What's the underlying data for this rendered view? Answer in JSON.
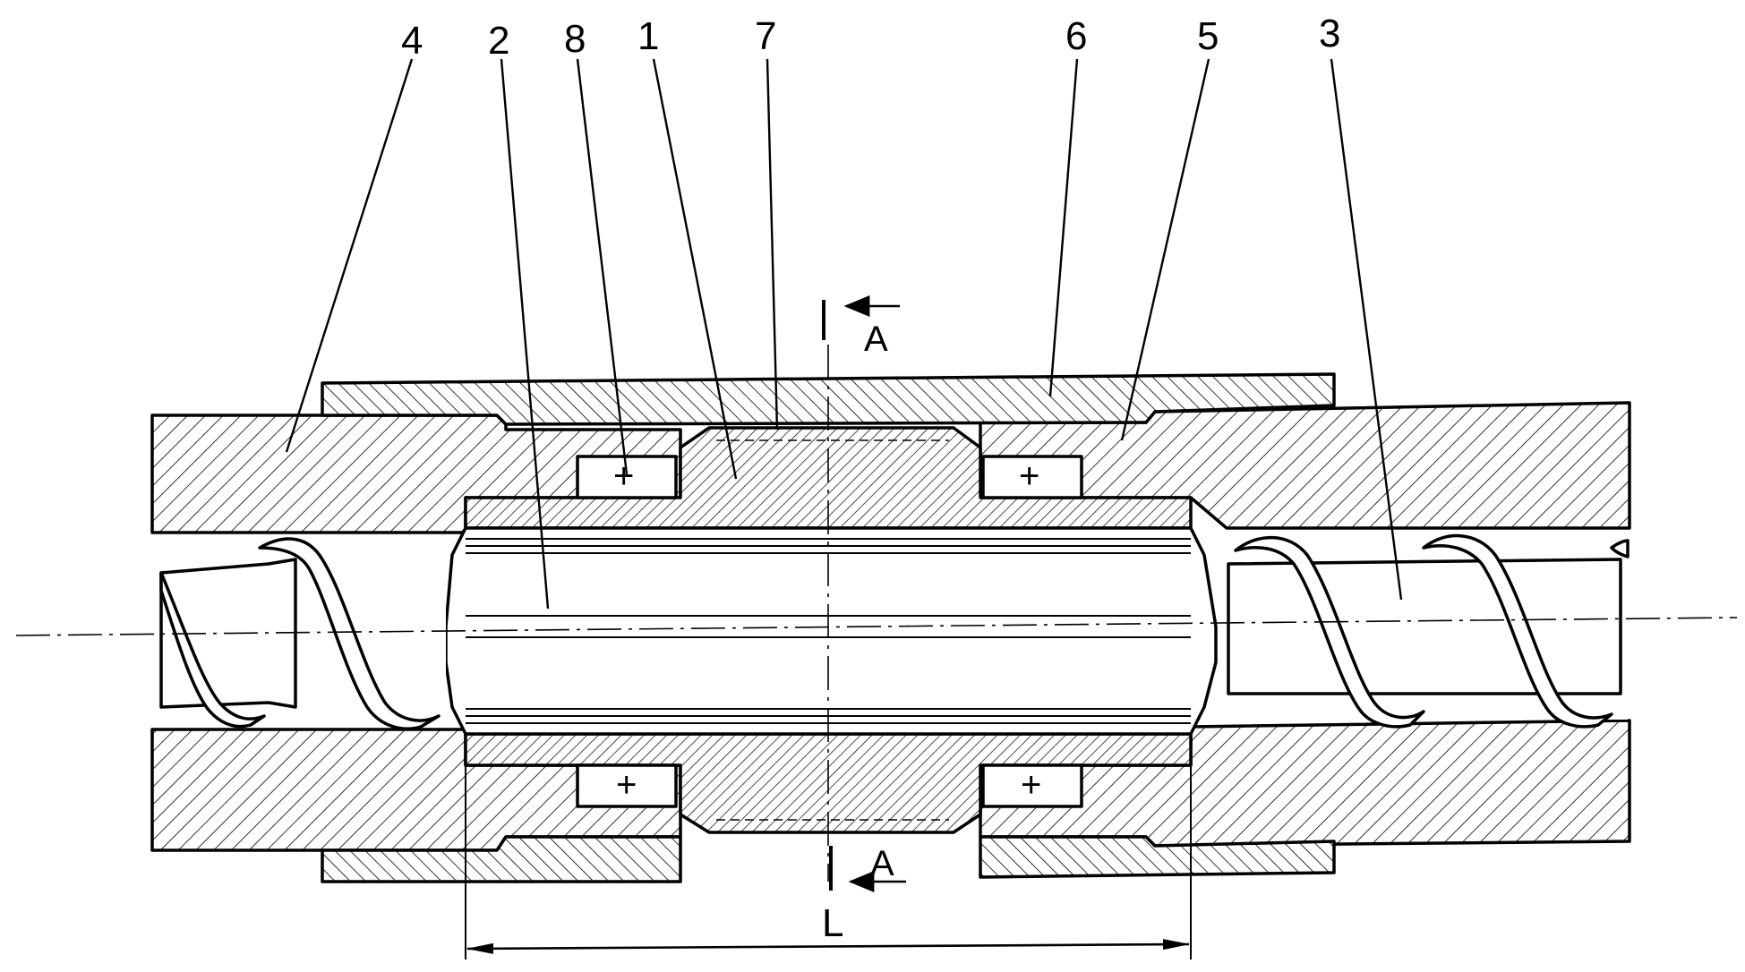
{
  "drawing": {
    "part_labels": [
      "4",
      "2",
      "8",
      "1",
      "7",
      "6",
      "5",
      "3"
    ],
    "section_label_top": "A",
    "section_label_bottom": "A",
    "dimension_label": "L",
    "key_marks": [
      "+",
      "+",
      "+",
      "+"
    ]
  }
}
